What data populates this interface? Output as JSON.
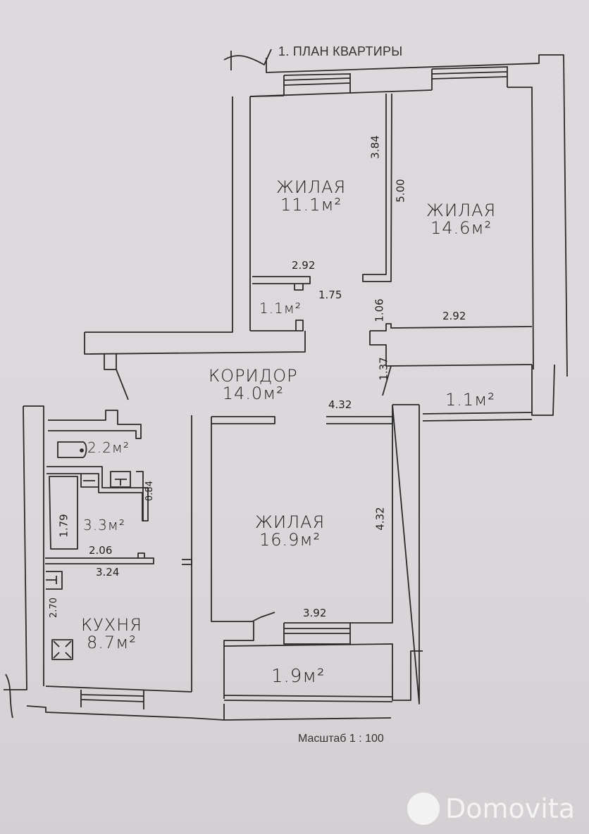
{
  "plan": {
    "title": "1. ПЛАН КВАРТИРЫ",
    "scale": "Масштаб 1 : 100"
  },
  "rooms": [
    {
      "id": "living-1",
      "name": "ЖИЛАЯ",
      "area": "11.1м²"
    },
    {
      "id": "living-2",
      "name": "ЖИЛАЯ",
      "area": "14.6м²"
    },
    {
      "id": "storage",
      "name": "",
      "area": "1.1м²"
    },
    {
      "id": "corridor",
      "name": "КОРИДОР",
      "area": "14.0м²"
    },
    {
      "id": "balcony-1",
      "name": "",
      "area": "1.1м²"
    },
    {
      "id": "wc",
      "name": "",
      "area": "2.2м²"
    },
    {
      "id": "bathroom",
      "name": "",
      "area": "3.3м²"
    },
    {
      "id": "living-3",
      "name": "ЖИЛАЯ",
      "area": "16.9м²"
    },
    {
      "id": "kitchen",
      "name": "КУХНЯ",
      "area": "8.7м²"
    },
    {
      "id": "balcony-2",
      "name": "",
      "area": "1.9м²"
    }
  ],
  "dimensions": {
    "d384": "3.84",
    "d500": "5.00",
    "d292a": "2.92",
    "d175": "1.75",
    "d106": "1.06",
    "d292b": "2.92",
    "d137": "1.37",
    "d432h": "4.32",
    "d432v": "4.32",
    "d392": "3.92",
    "d084": "0.84",
    "d179": "1.79",
    "d206": "2.06",
    "d324": "3.24",
    "d270": "2.70"
  },
  "watermark": {
    "brand": "Domovita"
  }
}
